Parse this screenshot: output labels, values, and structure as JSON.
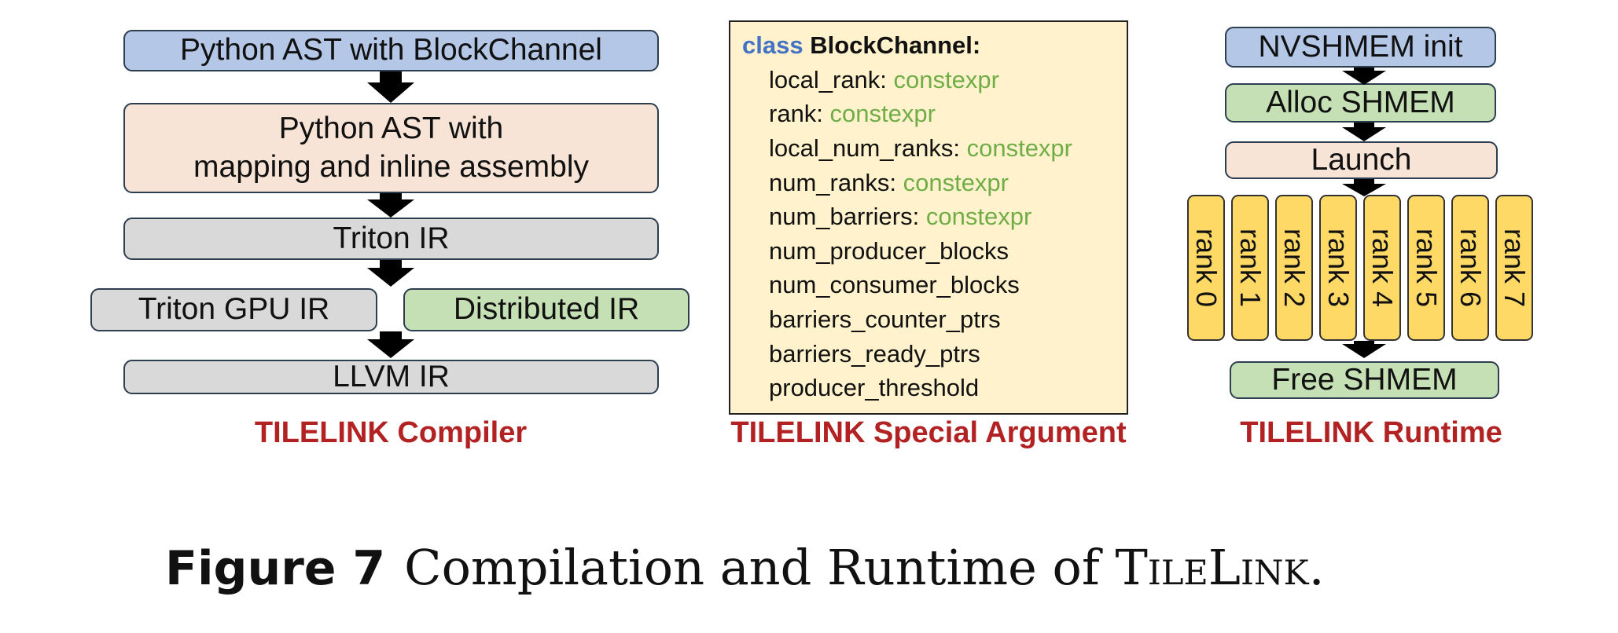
{
  "compiler": {
    "ast_block": "Python AST with BlockChannel",
    "ast_mapping_line1": "Python AST with",
    "ast_mapping_line2": "mapping and inline assembly",
    "triton_ir": "Triton IR",
    "triton_gpu_ir": "Triton GPU IR",
    "distributed_ir": "Distributed IR",
    "llvm_ir": "LLVM IR",
    "caption": "TILELINK Compiler"
  },
  "special_argument": {
    "keyword": "class",
    "class_name": "BlockChannel:",
    "fields": [
      {
        "name": "local_rank:",
        "type": "constexpr"
      },
      {
        "name": "rank:",
        "type": "constexpr"
      },
      {
        "name": "local_num_ranks:",
        "type": "constexpr"
      },
      {
        "name": "num_ranks:",
        "type": "constexpr"
      },
      {
        "name": "num_barriers:",
        "type": "constexpr"
      },
      {
        "name": "num_producer_blocks",
        "type": ""
      },
      {
        "name": "num_consumer_blocks",
        "type": ""
      },
      {
        "name": "barriers_counter_ptrs",
        "type": ""
      },
      {
        "name": "barriers_ready_ptrs",
        "type": ""
      },
      {
        "name": "producer_threshold",
        "type": ""
      }
    ],
    "caption": "TILELINK Special Argument"
  },
  "runtime": {
    "nvshmem_init": "NVSHMEM init",
    "alloc_shmem": "Alloc SHMEM",
    "launch": "Launch",
    "ranks": [
      "rank 0",
      "rank 1",
      "rank 2",
      "rank 3",
      "rank 4",
      "rank 5",
      "rank 6",
      "rank 7"
    ],
    "free_shmem": "Free SHMEM",
    "caption": "TILELINK Runtime"
  },
  "figure": {
    "label": "Figure 7",
    "text_prefix": "Compilation and Runtime of",
    "text_name": "TileLink",
    "text_suffix": "."
  },
  "colors": {
    "blue_box": "#b4c7e7",
    "peach_box": "#f8e4d6",
    "gray_box": "#d9d9d9",
    "green_box": "#c5e0b4",
    "yellow_box": "#ffd966",
    "code_panel": "#fff2cc",
    "caption_red": "#b22222",
    "keyword_blue": "#4472c4",
    "type_green": "#70ad47"
  }
}
